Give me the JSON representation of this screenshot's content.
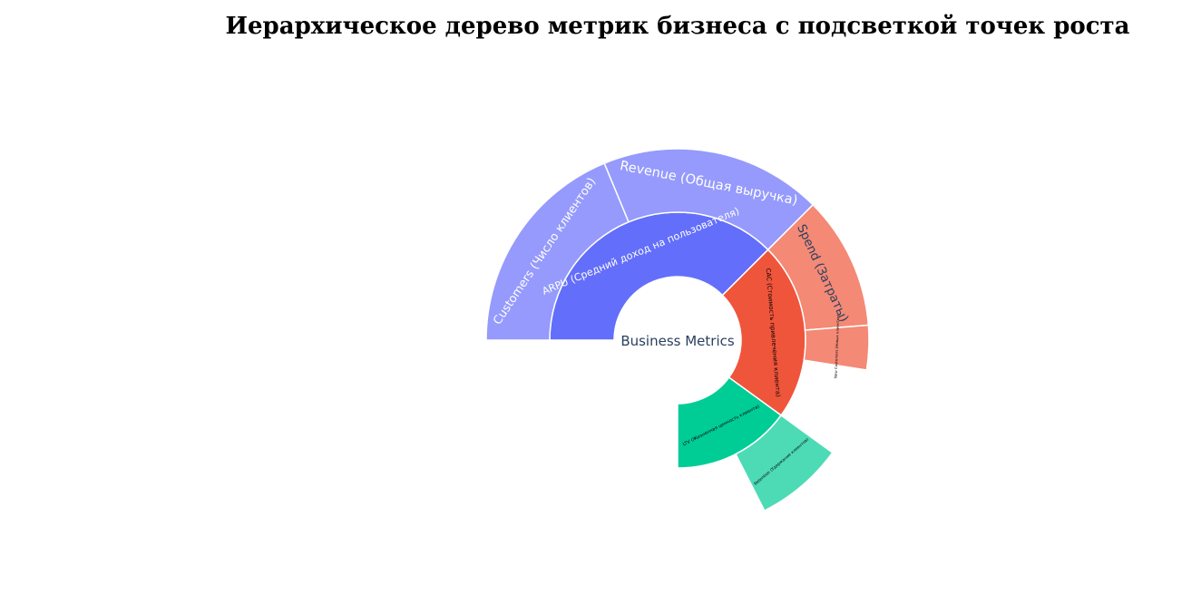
{
  "title": "Иерархическое дерево метрик бизнеса с подсветкой точек роста",
  "chart_data": {
    "type": "sunburst",
    "title": "Иерархическое дерево метрик бизнеса с подсветкой точек роста",
    "root": {
      "label": "Business Metrics"
    },
    "nodes": [
      {
        "id": "arpu",
        "label": "ARPU (Средний доход на пользователя)",
        "parent": "root",
        "color": "#636efa",
        "value": 50
      },
      {
        "id": "cac",
        "label": "CAC (Стоимость привлечения клиента)",
        "parent": "root",
        "color": "#ef553b",
        "value": 30
      },
      {
        "id": "ltv",
        "label": "LTV (Жизненная ценность клиента)",
        "parent": "root",
        "color": "#00cc96",
        "value": 20
      },
      {
        "id": "customers",
        "label": "Customers (Число клиентов)",
        "parent": "arpu",
        "color": "#959afc",
        "value": 25
      },
      {
        "id": "revenue",
        "label": "Revenue (Общая выручка)",
        "parent": "arpu",
        "color": "#959afc",
        "value": 25
      },
      {
        "id": "spend",
        "label": "Spend (Затраты)",
        "parent": "cac",
        "color": "#f48975",
        "value": 15
      },
      {
        "id": "new_customers",
        "label": "New Customers (Новых клиентов)",
        "parent": "cac",
        "color": "#f48975",
        "value": 5
      },
      {
        "id": "retention",
        "label": "Retention (Удержание клиентов)",
        "parent": "ltv",
        "color": "#4ddbb5",
        "value": 10
      }
    ]
  }
}
